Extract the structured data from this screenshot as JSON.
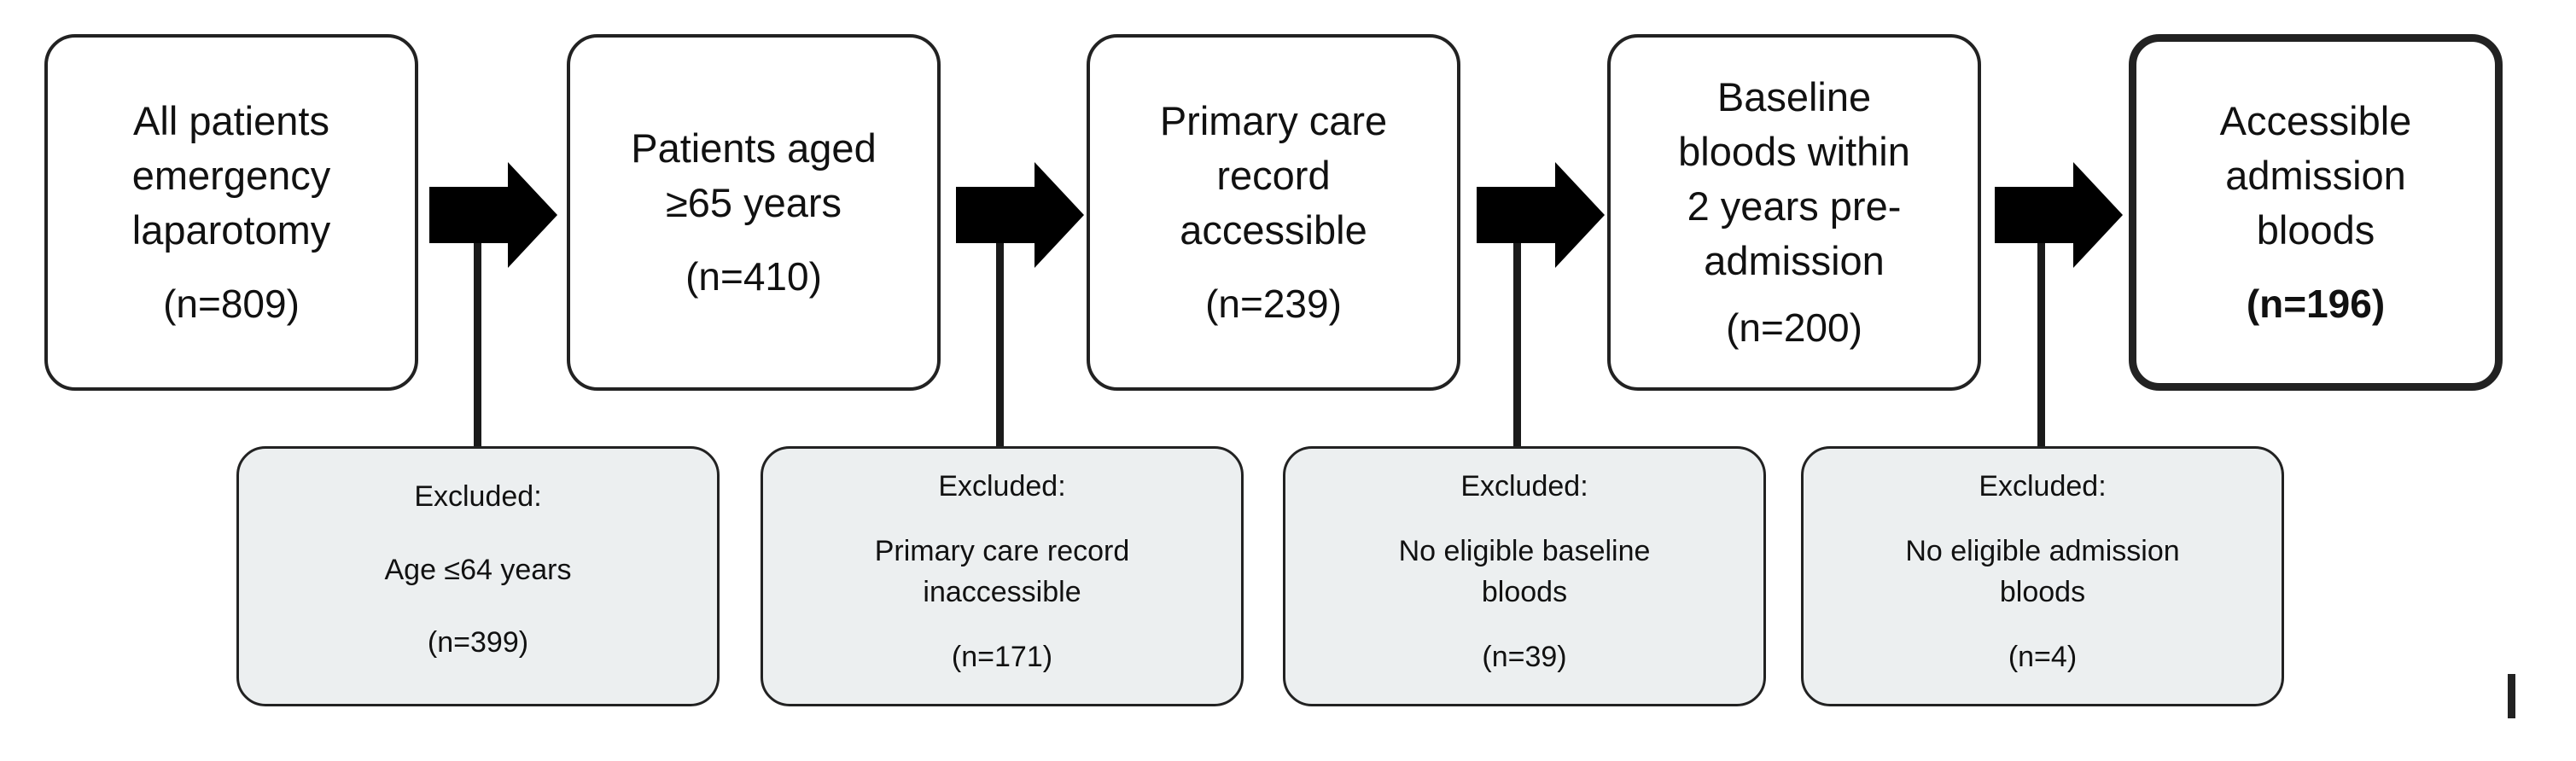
{
  "steps": [
    {
      "lines": [
        "All patients",
        "emergency",
        "laparotomy"
      ],
      "count": "(n=809)"
    },
    {
      "lines": [
        "Patients aged",
        "≥65 years"
      ],
      "count": "(n=410)"
    },
    {
      "lines": [
        "Primary care",
        "record",
        "accessible"
      ],
      "count": "(n=239)"
    },
    {
      "lines": [
        "Baseline",
        "bloods within",
        "2 years pre-",
        "admission"
      ],
      "count": "(n=200)"
    },
    {
      "lines": [
        "Accessible",
        "admission",
        "bloods"
      ],
      "count": "(n=196)"
    }
  ],
  "exclusions": [
    {
      "heading": "Excluded:",
      "reason": [
        "Age ≤64 years"
      ],
      "count": "(n=399)"
    },
    {
      "heading": "Excluded:",
      "reason": [
        "Primary care record",
        "inaccessible"
      ],
      "count": "(n=171)"
    },
    {
      "heading": "Excluded:",
      "reason": [
        "No eligible baseline",
        "bloods"
      ],
      "count": "(n=39)"
    },
    {
      "heading": "Excluded:",
      "reason": [
        "No eligible admission",
        "bloods"
      ],
      "count": "(n=4)"
    }
  ]
}
